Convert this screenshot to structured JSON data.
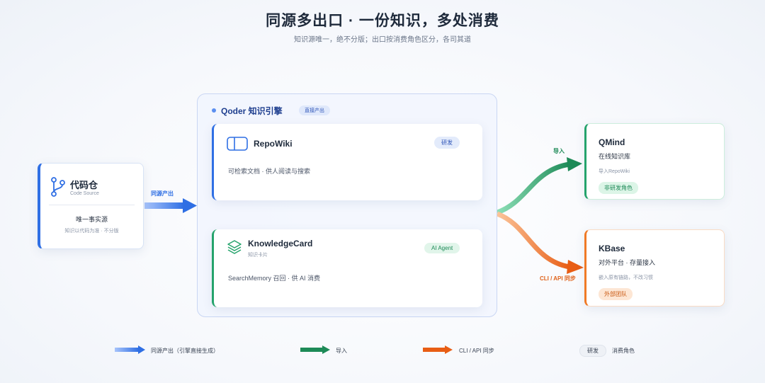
{
  "header": {
    "title": "同源多出口 · 一份知识，多处消费",
    "subtitle": "知识源唯一，绝不分版；出口按消费角色区分，各司其道"
  },
  "source": {
    "name": "代码仓",
    "name_en": "Code Source",
    "desc": "唯一事实源",
    "note": "知识以代码为准 · 不分版",
    "icon": "git-branch-icon"
  },
  "flow_label": "同源产出",
  "engine": {
    "title": "Qoder 知识引擎",
    "tag": "直接产出",
    "cards": [
      {
        "name": "RepoWiki",
        "desc": "可检索文档 · 供人阅读与搜索",
        "pill": "研发",
        "icon": "book-icon"
      },
      {
        "name": "KnowledgeCard",
        "sub": "知识卡片",
        "desc": "SearchMemory 召回 · 供 AI 消费",
        "pill": "AI Agent",
        "icon": "layers-icon"
      }
    ]
  },
  "connectors": {
    "import_label": "导入",
    "cli_label": "CLI / API 同步"
  },
  "destinations": [
    {
      "name": "QMind",
      "sub": "在线知识库",
      "note": "导入RepoWiki",
      "tag": "非研发角色"
    },
    {
      "name": "KBase",
      "sub": "对外平台 · 存量接入",
      "note": "嵌入原有链路，不改习惯",
      "tag": "外部团队"
    }
  ],
  "legend": {
    "items": [
      {
        "label": "同源产出（引擎直接生成）",
        "color": "#2f6fe4"
      },
      {
        "label": "导入",
        "color": "#1d8a57"
      },
      {
        "label": "CLI / API 同步",
        "color": "#e85d14"
      }
    ],
    "badge": "研发",
    "badge_label": "消费角色"
  },
  "colors": {
    "blue": "#2f6fe4",
    "green": "#25a36c",
    "orange": "#f07a26"
  }
}
